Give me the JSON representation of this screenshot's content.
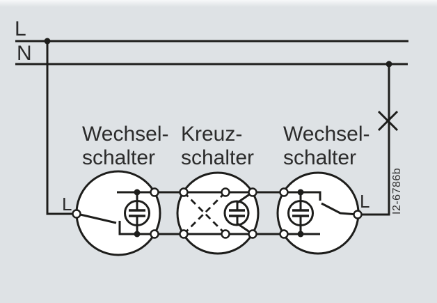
{
  "colors": {
    "background": "#dee2e5",
    "ink": "#1d1d1b",
    "text": "#2b2b2b",
    "surface": "#ffffff"
  },
  "rails": {
    "phase_label": "L",
    "neutral_label": "N"
  },
  "switches": [
    {
      "id": "wechselschalter-left",
      "label_line1": "Wechsel-",
      "label_line2": "schalter",
      "terminal_label": "L"
    },
    {
      "id": "kreuzschalter",
      "label_line1": "Kreuz-",
      "label_line2": "schalter"
    },
    {
      "id": "wechselschalter-right",
      "label_line1": "Wechsel-",
      "label_line2": "schalter",
      "terminal_label": "L"
    }
  ],
  "figure_id": "I2-6786b",
  "icons": {
    "lamp_outlet": "cross-on-wire",
    "glow_lamp": "circle-with-twin-electrodes",
    "junction": "filled-dot",
    "terminal": "open-circle"
  }
}
